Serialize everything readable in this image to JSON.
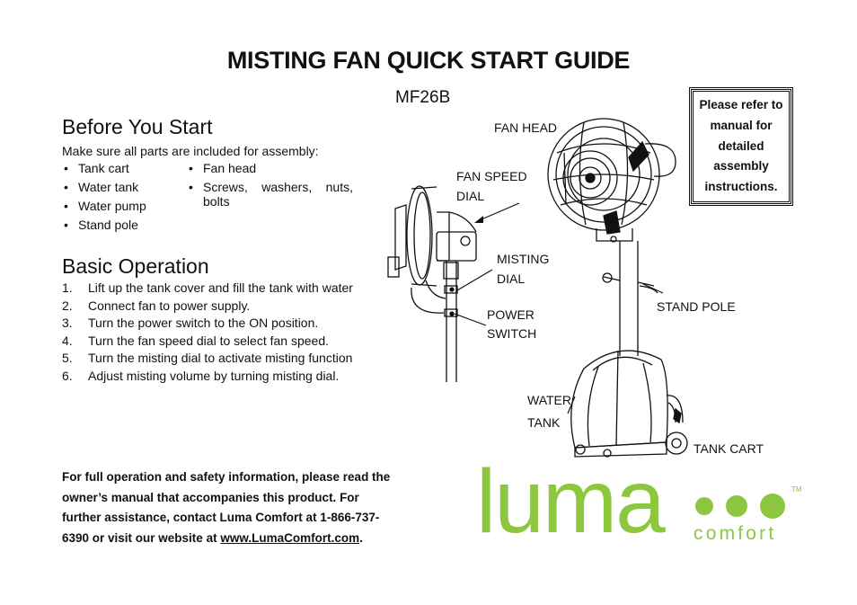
{
  "title": "MISTING FAN QUICK START GUIDE",
  "model": "MF26B",
  "before_you_start": {
    "heading": "Before You Start",
    "intro": "Make sure all parts are included for assembly:",
    "parts_left": [
      "Tank cart",
      "Water tank",
      "Water pump",
      "Stand pole"
    ],
    "parts_right": [
      "Fan head",
      "Screws, washers, nuts, bolts"
    ]
  },
  "basic_operation": {
    "heading": "Basic Operation",
    "steps": [
      {
        "num": "1.",
        "text": "Lift up the tank cover and fill the tank with water"
      },
      {
        "num": "2.",
        "text": "Connect fan to power supply."
      },
      {
        "num": "3.",
        "text": "Turn the power switch to the ON position."
      },
      {
        "num": "4.",
        "text": "Turn the fan speed dial to select fan speed."
      },
      {
        "num": "5.",
        "text": "Turn the misting dial to activate misting function"
      },
      {
        "num": "6.",
        "text": "Adjust misting volume by turning misting dial."
      }
    ]
  },
  "footer": {
    "text": "For full operation and safety information, please read the owner’s manual that accompanies this product. For further assistance, contact Luma Comfort at 1-866-737-6390 or visit our website at ",
    "link": "www.LumaComfort.com",
    "end": "."
  },
  "notice": "Please refer to manual for detailed assembly instructions.",
  "labels": {
    "fan_head": "FAN HEAD",
    "fan_speed_1": "FAN SPEED",
    "fan_speed_2": "DIAL",
    "misting_1": "MISTING",
    "misting_2": "DIAL",
    "power_1": "POWER",
    "power_2": "SWITCH",
    "stand_pole": "STAND POLE",
    "water_1": "WATER",
    "water_2": "TANK",
    "tank_cart": "TANK CART"
  },
  "logo": {
    "word": "luma",
    "sub": "comfort",
    "tm": "TM",
    "color": "#8dc63f"
  },
  "icons": [
    "misting-fan-side-illustration",
    "misting-fan-front-illustration",
    "luma-logo-dots"
  ]
}
